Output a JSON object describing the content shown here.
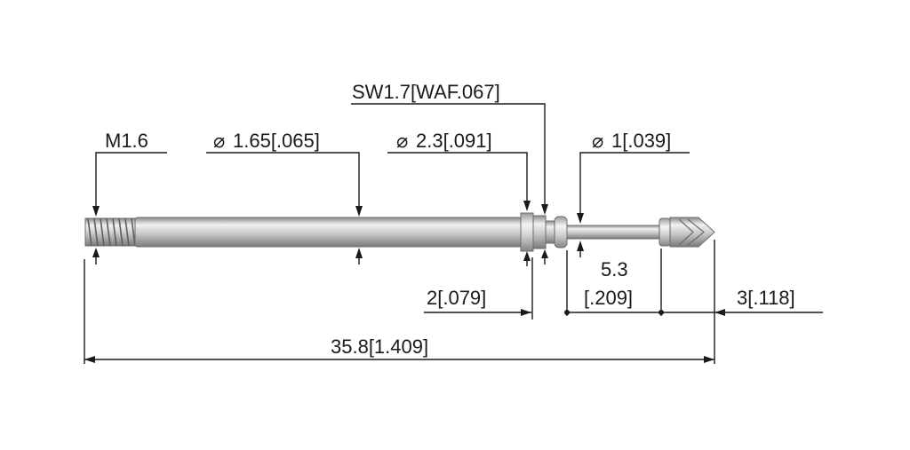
{
  "labels": {
    "thread": "M1.6",
    "shank_dia": "1.65[.065]",
    "collar_dia": "2.3[.091]",
    "wrench_flat": "SW1.7[WAF.067]",
    "tip_dia": "1[.039]",
    "collar_len": "2[.079]",
    "tip_len_top": "5.3",
    "tip_len_bottom": "[.209]",
    "head_len": "3[.118]",
    "overall_len": "35.8[1.409]"
  },
  "symbols": {
    "diameter": "⌀"
  },
  "colors": {
    "ink": "#1a1a1a",
    "metal_light": "#e8e8e8",
    "metal_mid": "#b9b9b9",
    "metal_dark": "#7d7d7d"
  }
}
